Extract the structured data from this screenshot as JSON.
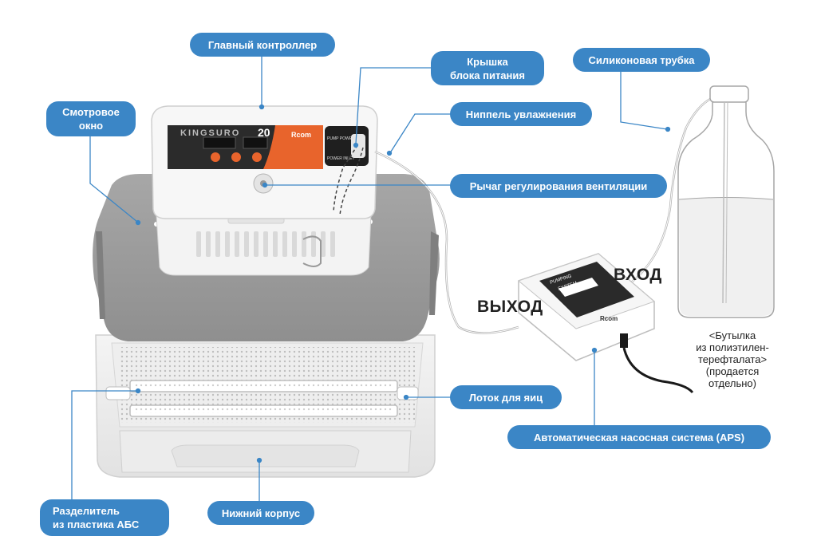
{
  "labels": {
    "main_controller": "Главный контроллер",
    "power_cover_line1": "Крышка",
    "power_cover_line2": "блока питания",
    "silicone_tube": "Силиконовая трубка",
    "window_line1": "Смотровое",
    "window_line2": "окно",
    "humid_nipple": "Ниппель увлажнения",
    "vent_lever": "Рычаг регулирования вентиляции",
    "egg_tray": "Лоток для яиц",
    "aps": "Автоматическая насосная система (APS)",
    "divider_line1": "Разделитель",
    "divider_line2": "из пластика АБС",
    "bottom_body": "Нижний корпус"
  },
  "ports": {
    "outlet": "ВЫХОД",
    "inlet": "ВХОД"
  },
  "bottle_note": {
    "line1": "<Бутылка",
    "line2": "из полиэтилен-",
    "line3": "терефталата>",
    "line4": "(продается",
    "line5": "отдельно)"
  },
  "controller_panel": {
    "brand": "KINGSURO",
    "model": "20",
    "logo": "Rcom",
    "pump_power": "PUMP POWER",
    "power_inlet": "POWER INLET"
  },
  "pump_device": {
    "line1": "PUMPING",
    "line2": "SYSTEM",
    "logo": "Rcom"
  },
  "colors": {
    "pill_bg": "#3b86c6",
    "pill_text": "#ffffff",
    "leader_line": "#3b86c6",
    "accent_orange": "#e8642c"
  }
}
